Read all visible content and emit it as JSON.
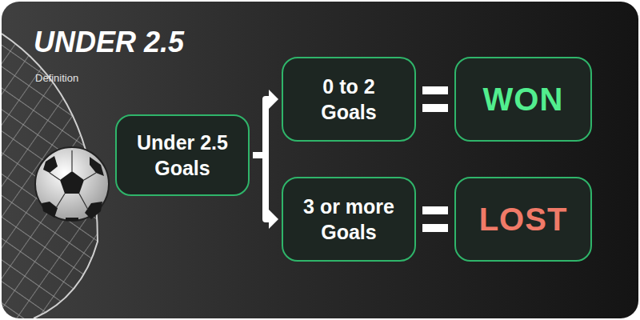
{
  "diagram": {
    "title": "UNDER 2.5",
    "nodes": [
      {
        "text": [
          "Under 2.5 Goals"
        ]
      },
      {
        "text": [
          "0 to 2 Goals"
        ]
      },
      {
        "text": [
          "WON"
        ]
      },
      {
        "text": [
          "3 or more Goals"
        ]
      },
      {
        "text": [
          "LOST"
        ]
      }
    ],
    "edges": [
      {
        "from": 0,
        "to": 1,
        "arrow": "to"
      },
      {
        "from": 0,
        "to": 3,
        "arrow": "to"
      },
      {
        "from": 1,
        "to": 2,
        "arrow": "none"
      },
      {
        "from": 3,
        "to": 4,
        "arrow": "none"
      }
    ],
    "labels": [
      "Definition"
    ]
  }
}
